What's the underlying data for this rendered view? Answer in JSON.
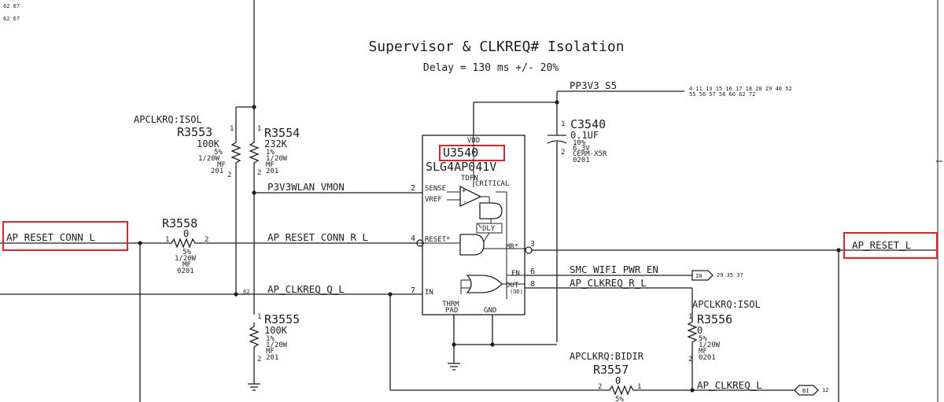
{
  "page_refs": {
    "line1": "62 67",
    "line2": "62 67"
  },
  "title": "Supervisor & CLKREQ# Isolation",
  "subtitle": "Delay = 130 ms +/- 20%",
  "rails": {
    "pp3v3_s5": "PP3V3_S5",
    "pp3v3_s5_pages_1": "4 11 13 15 16 17 18 28 29 40 52",
    "pp3v3_s5_pages_2": "55 56 57 58 60 62 72"
  },
  "nets": {
    "vmon": "P3V3WLAN_VMON",
    "ap_reset_conn_l": "AP_RESET_CONN_L",
    "ap_reset_conn_r_l": "AP_RESET_CONN_R_L",
    "ap_reset_l": "AP_RESET_L",
    "ap_clkreq_q_l": "AP_CLKREQ_Q_L",
    "ap_clkreq_q_page": "62",
    "smc_wifi_pwr_en": "SMC_WIFI_PWR_EN",
    "smc_wifi_pwr_en_pages": "29 35 37",
    "ap_clkreq_r_l": "AP_CLKREQ_R_L",
    "ap_clkreq_l": "AP_CLKREQ_L",
    "ap_clkreq_l_page": "12"
  },
  "flags": {
    "in": "IN",
    "bi": "BI"
  },
  "ic": {
    "ref": "U3540",
    "part": "SLG4AP041V",
    "package": "TDFN",
    "critical": "CRITICAL",
    "vdd": "VDD",
    "sense": "SENSE",
    "vref": "VREF",
    "reset": "RESET*",
    "input": "IN",
    "mr": "MR*",
    "en": "EN",
    "out": "OUT",
    "od": "(OD)",
    "dly": "DLY",
    "thrm": "THRM",
    "pad": "PAD",
    "gnd": "GND",
    "pin_sense": "2",
    "pin_reset": "4",
    "pin_in": "7",
    "pin_mr": "3",
    "pin_en": "6",
    "pin_out": "8",
    "plus": "+",
    "minus": "-"
  },
  "parts": {
    "r3553": {
      "ref": "R3553",
      "value": "100K",
      "tol": "5%",
      "power": "1/20W",
      "type": "MF",
      "size": "201",
      "pin1": "1",
      "pin2": "2",
      "option": "APCLKRQ:ISOL"
    },
    "r3554": {
      "ref": "R3554",
      "value": "232K",
      "tol": "1%",
      "power": "1/20W",
      "type": "MF",
      "size": "201",
      "pin1": "1",
      "pin2": "2"
    },
    "r3558": {
      "ref": "R3558",
      "value": "0",
      "tol": "5%",
      "power": "1/20W",
      "type": "MF",
      "size": "0201",
      "pin1": "1",
      "pin2": "2"
    },
    "r3555": {
      "ref": "R3555",
      "value": "100K",
      "tol": "1%",
      "power": "1/20W",
      "type": "MF",
      "size": "201",
      "pin1": "1",
      "pin2": "2"
    },
    "c3540": {
      "ref": "C3540",
      "value": "0.1UF",
      "tol": "10%",
      "voltage": "6.3V",
      "dielectric": "CERM-X5R",
      "size": "0201",
      "pin1": "1",
      "pin2": "2"
    },
    "r3556": {
      "ref": "R3556",
      "value": "0",
      "tol": "5%",
      "power": "1/20W",
      "type": "MF",
      "size": "0201",
      "pin1": "1",
      "pin2": "2",
      "option": "APCLKRQ:ISOL"
    },
    "r3557": {
      "ref": "R3557",
      "value": "0",
      "tol": "5%",
      "pin1": "1",
      "pin2": "2",
      "option": "APCLKRQ:BIDIR"
    }
  },
  "colors": {
    "ink": "#1e1e1e",
    "highlight": "#d62728"
  }
}
